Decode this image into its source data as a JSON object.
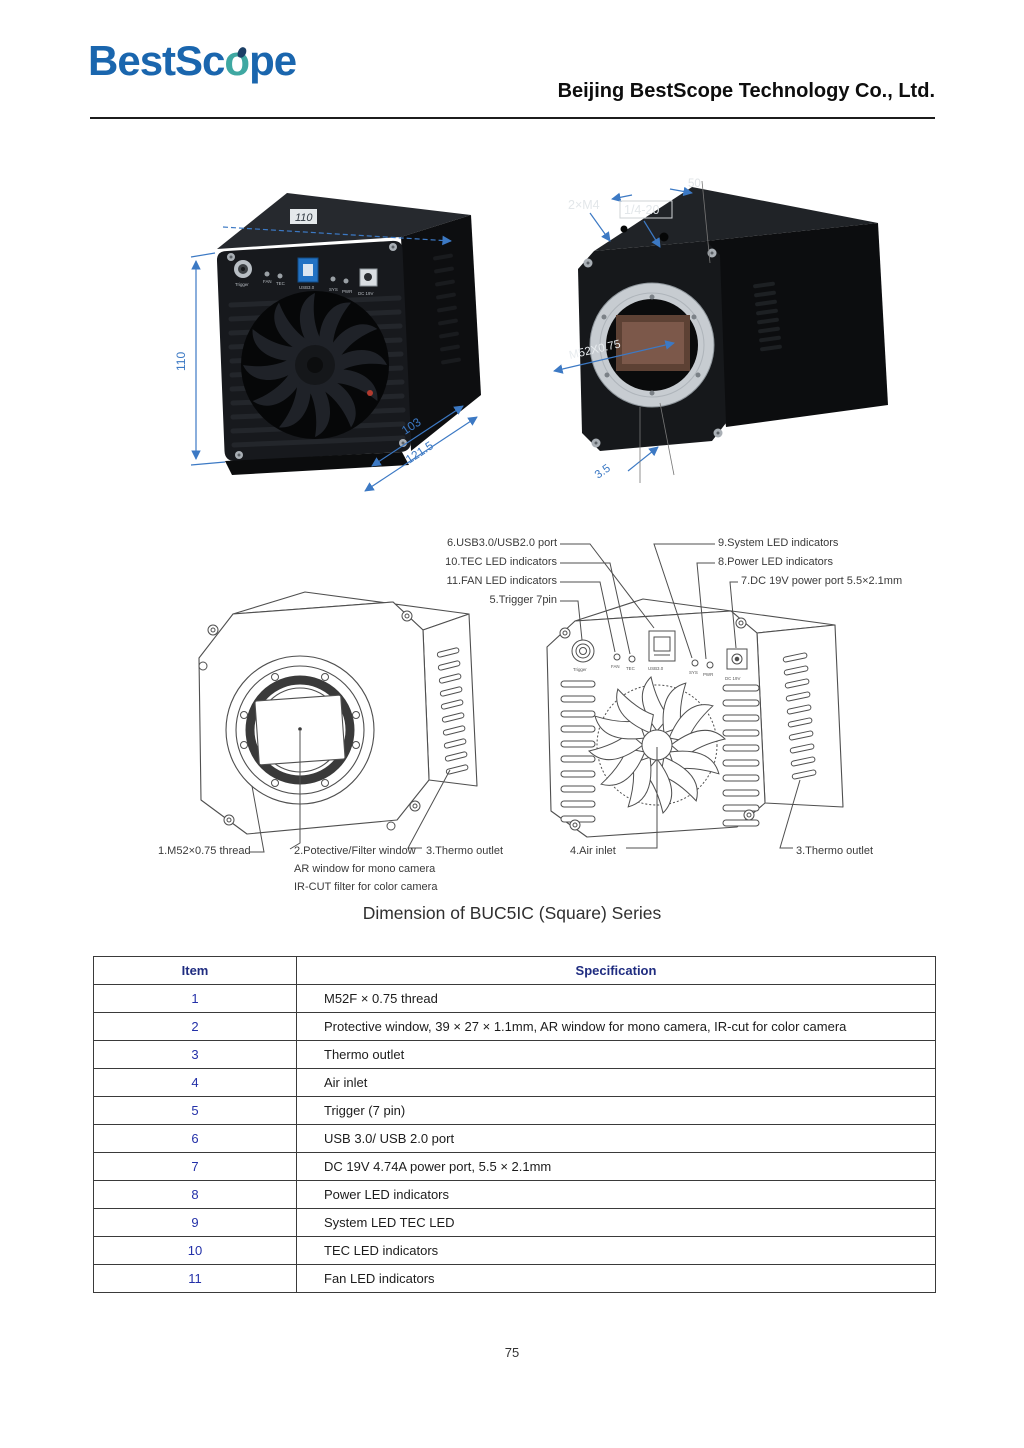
{
  "header": {
    "logo": {
      "p1": "BestSc",
      "p2": "o",
      "p3": "pe"
    },
    "company": "Beijing BestScope Technology Co., Ltd."
  },
  "renders": {
    "left": {
      "dim_height": "110",
      "dim_top": "110",
      "dim_depth": "103",
      "dim_width": "121.5",
      "panel": {
        "trigger": "Trigger",
        "fan": "FAN",
        "tec": "TEC",
        "usb": "USB3.0",
        "sys": "SYS",
        "pwr": "PWR",
        "dc": "DC 19V"
      }
    },
    "right": {
      "holes": "2×M4",
      "tripod": "1/4-20",
      "dim_top": "50",
      "mount": "M52X0.75",
      "dim_flange": "3.5"
    }
  },
  "diagram": {
    "c6": "6.USB3.0/USB2.0 port",
    "c10": "10.TEC LED indicators",
    "c11": "11.FAN LED indicators",
    "c5": "5.Trigger 7pin",
    "c9": "9.System LED indicators",
    "c8": "8.Power LED indicators",
    "c7": "7.DC 19V power port 5.5×2.1mm",
    "c1": "1.M52×0.75 thread",
    "c2": "2.Potective/Filter window",
    "c2a": "AR window for mono camera",
    "c2b": "IR-CUT filter for color camera",
    "c3l": "3.Thermo outlet",
    "c4": "4.Air inlet",
    "c3r": "3.Thermo outlet",
    "panel": {
      "trigger": "Trigger",
      "fan": "FAN",
      "tec": "TEC",
      "usb": "USB3.0",
      "sys": "SYS",
      "pwr": "PWR",
      "dc": "DC 19V"
    }
  },
  "caption": "Dimension of BUC5IC (Square) Series",
  "table": {
    "headers": [
      "Item",
      "Specification"
    ],
    "rows": [
      {
        "item": "1",
        "spec": "M52F × 0.75 thread"
      },
      {
        "item": "2",
        "spec": "Protective window, 39 × 27 × 1.1mm, AR window for mono camera, IR-cut for color camera"
      },
      {
        "item": "3",
        "spec": "Thermo outlet"
      },
      {
        "item": "4",
        "spec": "Air inlet"
      },
      {
        "item": "5",
        "spec": "Trigger (7 pin)"
      },
      {
        "item": "6",
        "spec": "USB 3.0/ USB 2.0 port"
      },
      {
        "item": "7",
        "spec": "DC 19V 4.74A power port, 5.5 × 2.1mm"
      },
      {
        "item": "8",
        "spec": "Power LED indicators"
      },
      {
        "item": "9",
        "spec": "System LED TEC LED"
      },
      {
        "item": "10",
        "spec": "TEC LED indicators"
      },
      {
        "item": "11",
        "spec": "Fan LED indicators"
      }
    ]
  },
  "page_number": "75",
  "colors": {
    "logo_blue": "#1a66ae",
    "logo_teal": "#3fa8a2",
    "dim_blue": "#3c79c4",
    "table_header_navy": "#1f2c80",
    "item_blue": "#2330a8"
  }
}
